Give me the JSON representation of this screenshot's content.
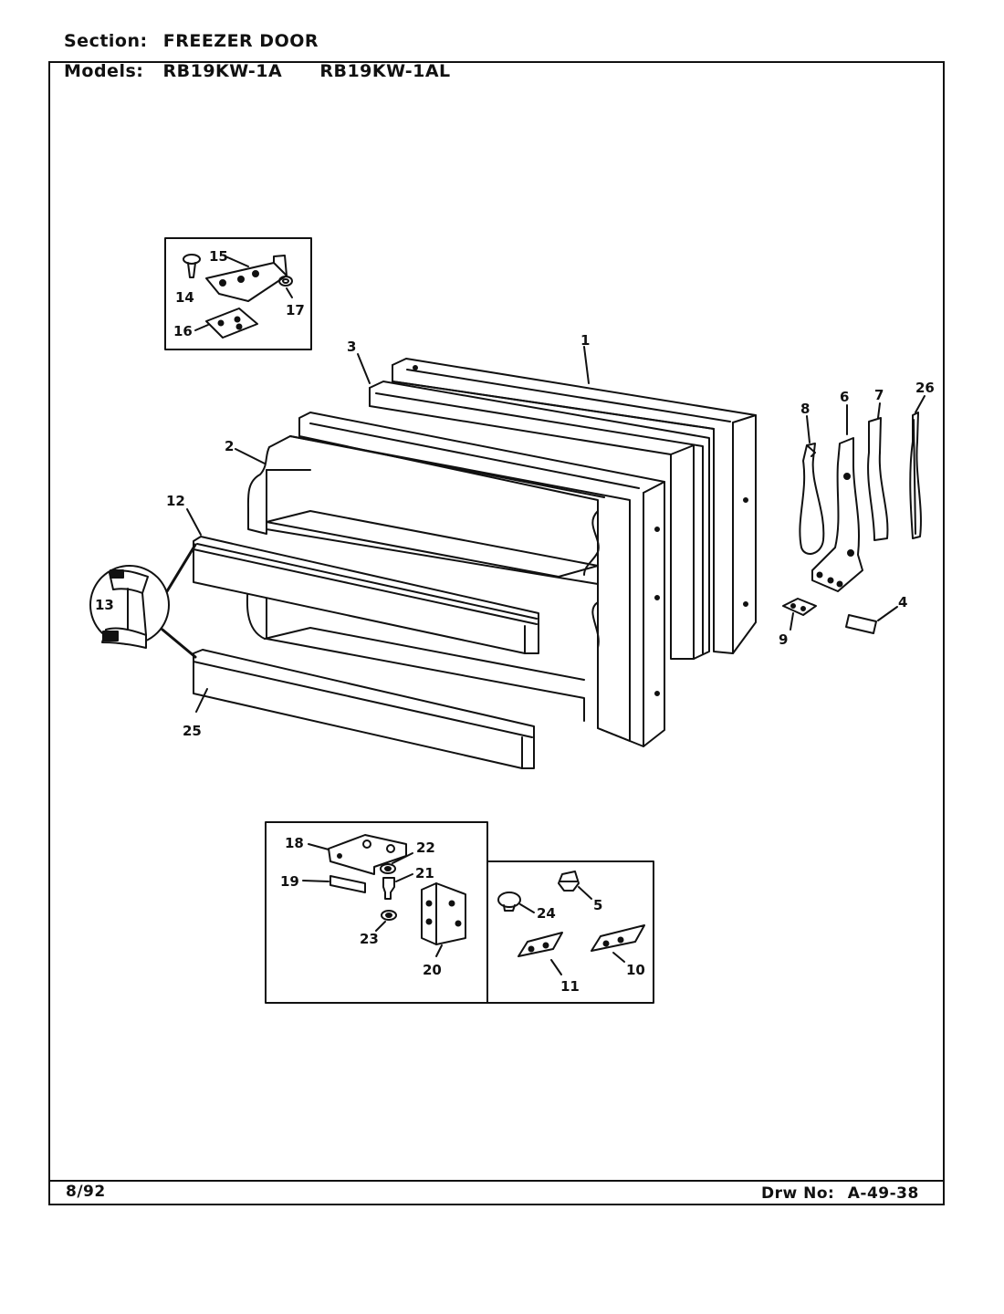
{
  "header": {
    "section_label": "Section:",
    "section_value": "FREEZER DOOR",
    "models_label": "Models:",
    "model_1": "RB19KW-1A",
    "model_2": "RB19KW-1AL"
  },
  "footer": {
    "date": "8/92",
    "drawing_label": "Drw No:",
    "drawing_number": "A-49-38"
  },
  "callouts": {
    "c1": "1",
    "c2": "2",
    "c3": "3",
    "c4": "4",
    "c5": "5",
    "c6": "6",
    "c7": "7",
    "c8": "8",
    "c9": "9",
    "c10": "10",
    "c11": "11",
    "c12": "12",
    "c13": "13",
    "c14": "14",
    "c15": "15",
    "c16": "16",
    "c17": "17",
    "c18": "18",
    "c19": "19",
    "c20": "20",
    "c21": "21",
    "c22": "22",
    "c23": "23",
    "c24": "24",
    "c25": "25",
    "c26": "26"
  }
}
